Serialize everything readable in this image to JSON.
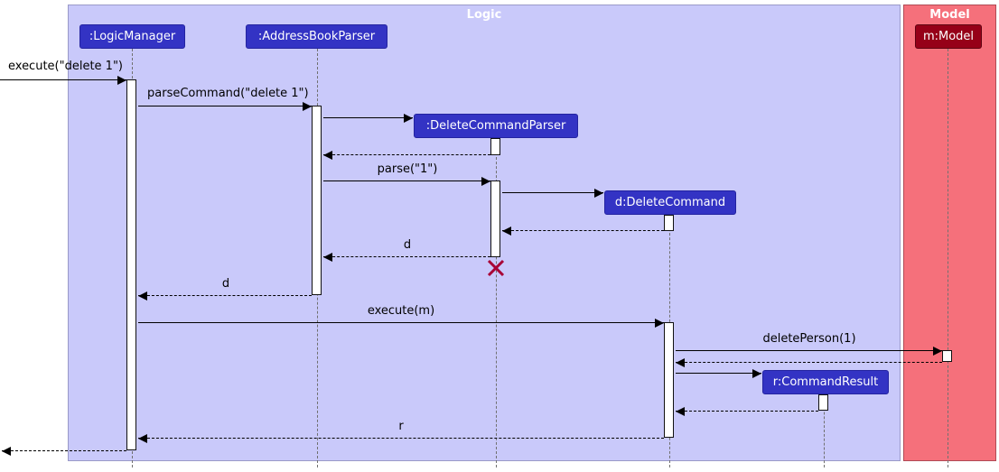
{
  "diagram": {
    "type": "uml-sequence",
    "frames": [
      {
        "id": "logic",
        "label": "Logic"
      },
      {
        "id": "model",
        "label": "Model"
      }
    ],
    "participants": [
      {
        "id": "logic-manager",
        "label": ":LogicManager"
      },
      {
        "id": "address-book-parser",
        "label": ":AddressBookParser"
      },
      {
        "id": "delete-command-parser",
        "label": ":DeleteCommandParser"
      },
      {
        "id": "delete-command",
        "label": "d:DeleteCommand"
      },
      {
        "id": "command-result",
        "label": "r:CommandResult"
      },
      {
        "id": "model",
        "label": "m:Model"
      }
    ],
    "messages": [
      {
        "label": "execute(\"delete 1\")",
        "kind": "sync"
      },
      {
        "label": "parseCommand(\"delete 1\")",
        "kind": "sync"
      },
      {
        "label": "parse(\"1\")",
        "kind": "sync"
      },
      {
        "label": "d",
        "kind": "return"
      },
      {
        "label": "d",
        "kind": "return"
      },
      {
        "label": "execute(m)",
        "kind": "sync"
      },
      {
        "label": "deletePerson(1)",
        "kind": "sync"
      },
      {
        "label": "r",
        "kind": "return"
      }
    ],
    "colors": {
      "logic_frame_bg": "#c9c9fa",
      "logic_frame_border": "#9a9ac8",
      "model_frame_bg": "#f5707b",
      "model_frame_border": "#b04a55",
      "participant_box": "#3333c4",
      "model_box": "#960018",
      "destroy_x": "#a80036",
      "frame_title_text": "#ffffff",
      "participant_text": "#ffffff"
    }
  }
}
